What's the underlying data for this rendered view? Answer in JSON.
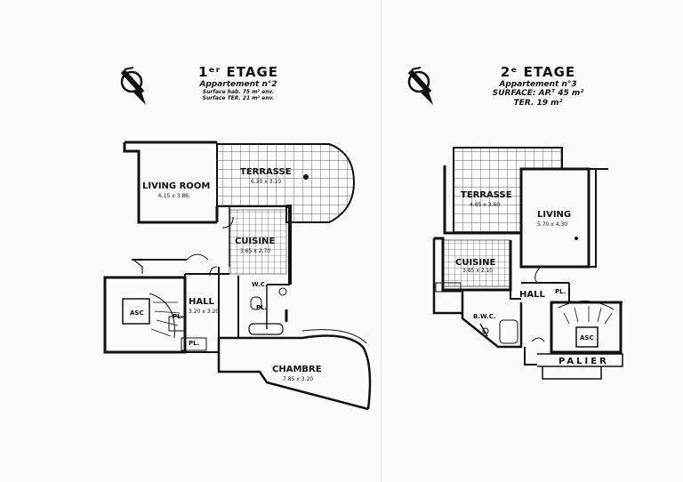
{
  "left": {
    "etage": "1ᵉʳ ETAGE",
    "appartement": "Appartement n°2",
    "surface_hab": "Surface hab. 75 m² env.",
    "surface_ter": "Surface TER. 21 m² env.",
    "rooms": {
      "living_name": "LIVING ROOM",
      "living_dim": "6.15 x 3.86",
      "terrasse_name": "TERRASSE",
      "terrasse_dim": "6.30 x 3.10",
      "cuisine_name": "CUISINE",
      "cuisine_dim": "3.65 x 2.70",
      "hall_name": "HALL",
      "hall_dim": "3.20 x 3.20",
      "chambre_name": "CHAMBRE",
      "chambre_dim": "7.85 x 3.20",
      "wc": "W.C.",
      "asc": "ASC",
      "pl1": "PL.",
      "pl2": "PL.",
      "pl3": "PL."
    }
  },
  "right": {
    "etage": "2ᵉ ETAGE",
    "appartement": "Appartement n°3",
    "surface_ap": "SURFACE: AP.ᵀ 45 m²",
    "surface_ter": "TER. 19 m²",
    "rooms": {
      "terrasse_name": "TERRASSE",
      "terrasse_dim": "4.85 x 3.60",
      "living_name": "LIVING",
      "living_dim": "5.70 x 4.30",
      "cuisine_name": "CUISINE",
      "cuisine_dim": "3.85 x 2.10",
      "hall_name": "HALL",
      "pl": "PL.",
      "bwc": "B.W.C.",
      "asc": "ASC",
      "palier": "PALIER"
    }
  },
  "colors": {
    "ink": "#111111",
    "paper": "#fbfbfb"
  },
  "icons": [
    "compass-arrow-icon-left",
    "compass-arrow-icon-right"
  ]
}
